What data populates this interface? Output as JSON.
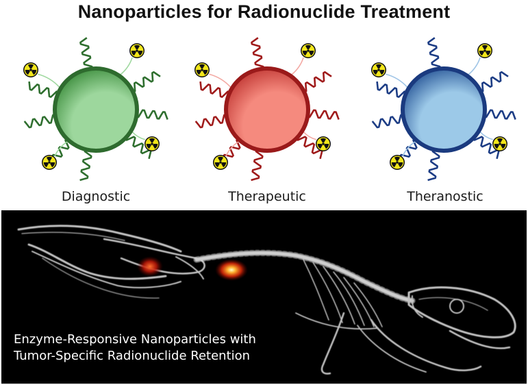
{
  "title": "Nanoparticles for Radionuclide Treatment",
  "particles": [
    {
      "label": "Diagnostic",
      "icon": "radiation-icon",
      "fill_light": "#9dd79d",
      "fill_dark": "#3f8f3f",
      "ring": "#2e6b2e",
      "wave": "#2f6f2f",
      "linker": "#9fd89f"
    },
    {
      "label": "Therapeutic",
      "icon": "radiation-icon",
      "fill_light": "#f58a7e",
      "fill_dark": "#c23a36",
      "ring": "#9a1a1a",
      "wave": "#a01c1c",
      "linker": "#f3a9a3"
    },
    {
      "label": "Theranostic",
      "icon": "radiation-icon",
      "fill_light": "#9cc9e8",
      "fill_dark": "#2c5a9a",
      "ring": "#1a3a7f",
      "wave": "#1d3d85",
      "linker": "#9ec4e6"
    }
  ],
  "scan": {
    "caption_lines": [
      "Enzyme-Responsive Nanoparticles with",
      "Tumor-Specific Radionuclide Retention"
    ],
    "hotspot_color": "#ff5010"
  }
}
